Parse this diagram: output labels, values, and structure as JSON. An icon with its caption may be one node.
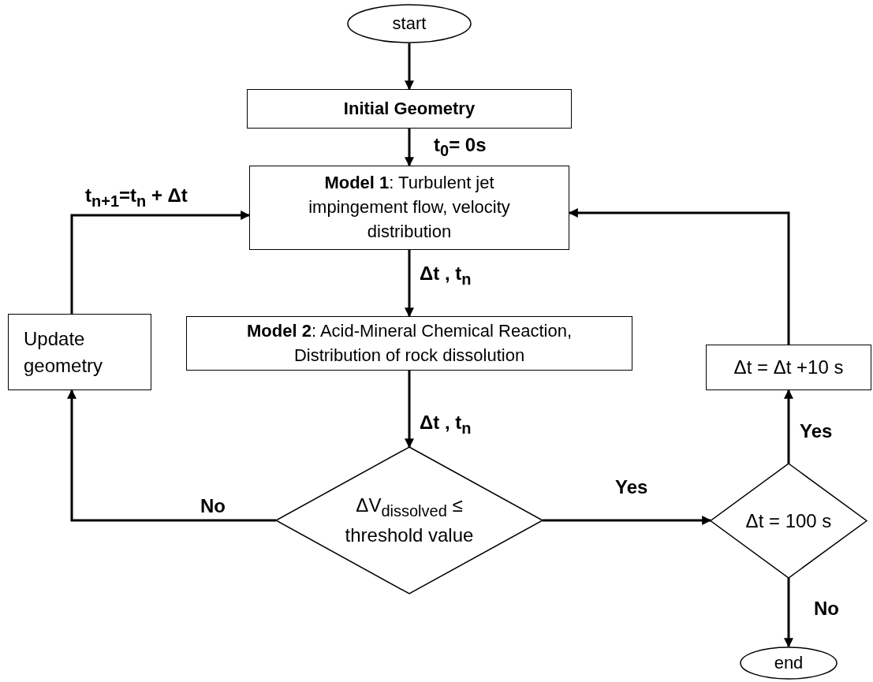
{
  "diagram": {
    "nodes": [
      {
        "text": [
          "start"
        ]
      },
      {
        "text": [
          "**Initial Geometry**"
        ]
      },
      {
        "text": [
          "**Model 1**: Turbulent jet impingement flow, velocity distribution"
        ]
      },
      {
        "text": [
          "**Model 2**: Acid-Mineral Chemical Reaction, Distribution of rock dissolution"
        ]
      },
      {
        "text": [
          "Update geometry"
        ]
      },
      {
        "text": [
          "ΔV$_{dissolved}$ ≤ threshold value"
        ]
      },
      {
        "text": [
          "Δt = 100 s"
        ]
      },
      {
        "text": [
          "Δt = Δt +10 s"
        ]
      },
      {
        "text": [
          "end"
        ]
      }
    ],
    "edges": [
      {
        "from": 0,
        "to": 1,
        "arrow": "to"
      },
      {
        "from": 1,
        "to": 2,
        "arrow": "to",
        "label": "t$_{0}$= 0s"
      },
      {
        "from": 2,
        "to": 3,
        "arrow": "to",
        "label": "Δt , t$_{n}$"
      },
      {
        "from": 3,
        "to": 5,
        "arrow": "to",
        "label": "Δt , t$_{n}$"
      },
      {
        "from": 5,
        "to": 4,
        "arrow": "to",
        "label": "No"
      },
      {
        "from": 4,
        "to": 2,
        "arrow": "to",
        "label": "t$_{n+1}$=t$_{n}$ + Δt"
      },
      {
        "from": 5,
        "to": 6,
        "arrow": "to",
        "label": "Yes"
      },
      {
        "from": 6,
        "to": 7,
        "arrow": "to",
        "label": "Yes"
      },
      {
        "from": 7,
        "to": 2,
        "arrow": "to"
      },
      {
        "from": 6,
        "to": 8,
        "arrow": "to",
        "label": "No"
      }
    ]
  }
}
